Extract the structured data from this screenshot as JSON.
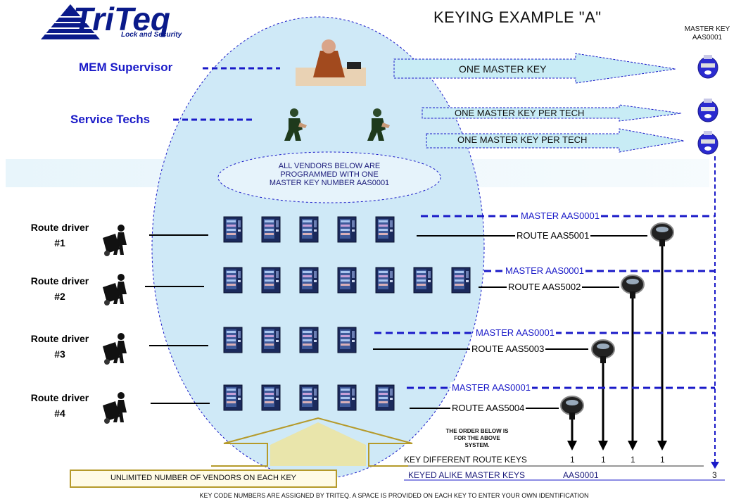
{
  "logo": {
    "brand": "TriTeq",
    "tagline": "Lock and Security"
  },
  "title": "KEYING EXAMPLE \"A\"",
  "master_key_top": {
    "label": "MASTER KEY",
    "code": "AAS0001"
  },
  "roles": {
    "supervisor": "MEM Supervisor",
    "techs": "Service Techs"
  },
  "arrows": {
    "supervisor": "ONE MASTER KEY",
    "tech1": "ONE MASTER KEY PER TECH",
    "tech2": "ONE MASTER KEY PER TECH"
  },
  "vendor_note": "ALL VENDORS BELOW ARE PROGRAMMED WITH ONE MASTER KEY NUMBER AAS0001",
  "drivers": [
    {
      "label_line1": "Route driver",
      "label_line2": "#1",
      "master": "MASTER AAS0001",
      "route": "ROUTE AAS5001"
    },
    {
      "label_line1": "Route driver",
      "label_line2": "#2",
      "master": "MASTER AAS0001",
      "route": "ROUTE AAS5002"
    },
    {
      "label_line1": "Route driver",
      "label_line2": "#3",
      "master": "MASTER AAS0001",
      "route": "ROUTE AAS5003"
    },
    {
      "label_line1": "Route driver",
      "label_line2": "#4",
      "master": "MASTER AAS0001",
      "route": "ROUTE AAS5004"
    }
  ],
  "order_note": "THE ORDER BELOW IS FOR THE ABOVE SYSTEM.",
  "summary": {
    "route_keys_label": "KEY DIFFERENT ROUTE KEYS",
    "route_counts": [
      "1",
      "1",
      "1",
      "1"
    ],
    "master_keys_label": "KEYED ALIKE MASTER KEYS",
    "master_code": "AAS0001",
    "master_count": "3"
  },
  "unlimited_banner": "UNLIMITED NUMBER OF VENDORS ON EACH KEY",
  "footer": "KEY CODE NUMBERS ARE ASSIGNED BY TRITEQ.    A SPACE IS PROVIDED ON EACH KEY TO ENTER YOUR OWN IDENTIFICATION",
  "colors": {
    "ellipse_fill": "#cfe9f7",
    "arrow_fill": "#c8ecf5",
    "dash_blue": "#1a1ac8",
    "key_blue": "#2b2bd0"
  },
  "icons": [
    "supervisor-figure-icon",
    "service-tech-icon",
    "route-driver-icon",
    "vending-machine-icon",
    "key-fob-icon"
  ]
}
